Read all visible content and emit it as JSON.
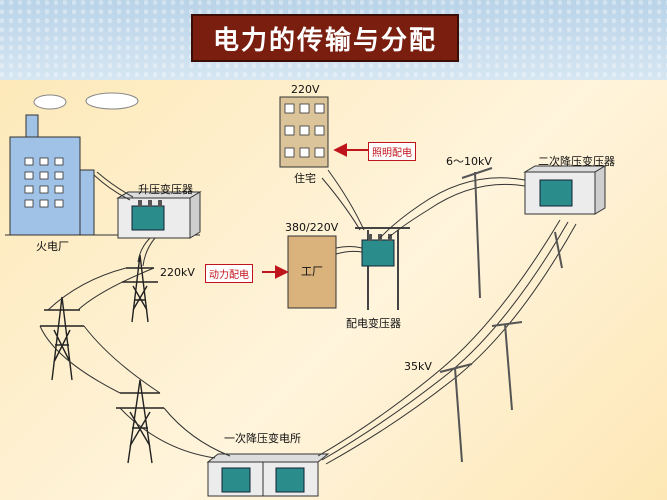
{
  "title": "电力的传输与分配",
  "labels": {
    "power_plant": "火电厂",
    "step_up_transformer": "升压变压器",
    "v220kv": "220kV",
    "residence_voltage": "220V",
    "residence": "住宅",
    "lighting_supply": "照明配电",
    "v6_10kv": "6～10kV",
    "secondary_substation": "二次降压变压器",
    "factory_voltage": "380/220V",
    "factory": "工厂",
    "power_supply": "动力配电",
    "distribution_transformer": "配电变压器",
    "v35kv": "35kV",
    "primary_substation": "一次降压变电所"
  },
  "colors": {
    "title_bg": "#7a1f10",
    "arrow_red": "#c0141c",
    "building_blue": "#9fc2e6",
    "factory_brown": "#d9b27c",
    "residence_tan": "#dcc49a"
  }
}
